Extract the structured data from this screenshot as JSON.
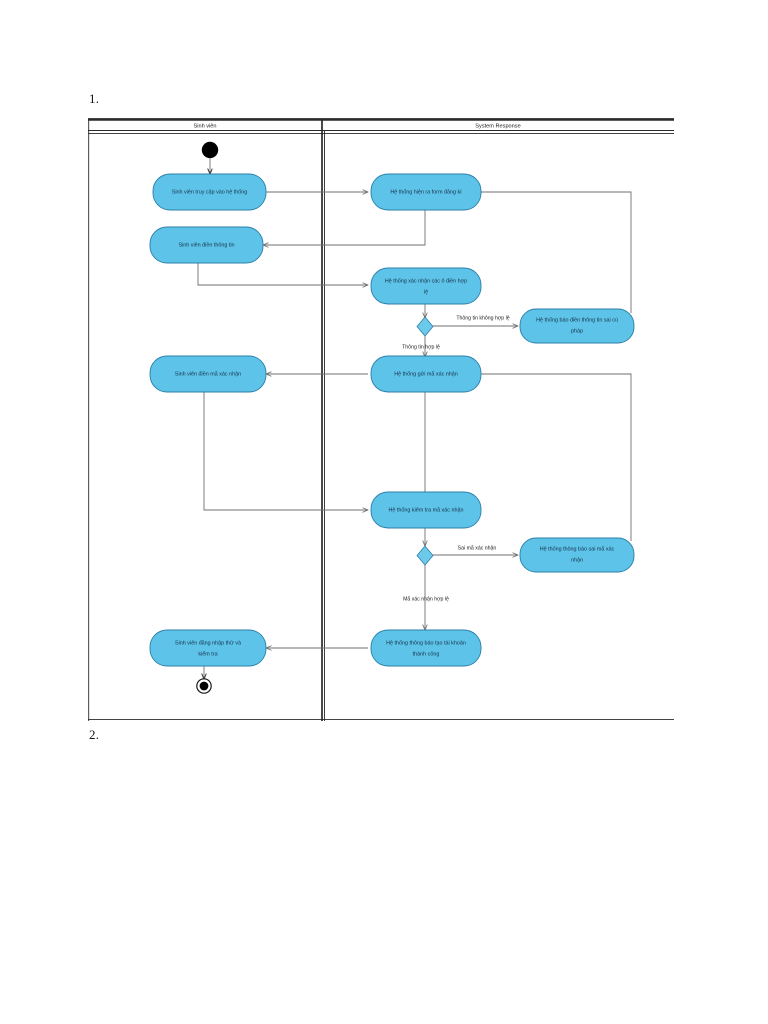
{
  "document": {
    "list_markers": {
      "first": "1.",
      "second": "2."
    }
  },
  "diagram": {
    "type": "uml-activity-swimlane",
    "title": "",
    "lanes": [
      {
        "id": "lane-student",
        "label": "Sinh viên"
      },
      {
        "id": "lane-system",
        "label": "System Response"
      }
    ],
    "colors": {
      "node_fill": "#5dc3e8",
      "node_border": "#2b7fa8",
      "edge": "#6f6f6f",
      "lane_border": "#2a2a2a",
      "text": "#15314a",
      "page_background": "#ffffff"
    },
    "markers": {
      "start": "initial-node",
      "end": "final-node"
    },
    "nodes": [
      {
        "id": "start",
        "lane": "lane-student",
        "kind": "initial",
        "label": ""
      },
      {
        "id": "n1",
        "lane": "lane-student",
        "kind": "action",
        "label": "Sinh viên truy cập vào hệ thống"
      },
      {
        "id": "n2",
        "lane": "lane-system",
        "kind": "action",
        "label": "Hệ thống hiện ra form đăng kí"
      },
      {
        "id": "n3",
        "lane": "lane-student",
        "kind": "action",
        "label": "Sinh viên điền thông tin"
      },
      {
        "id": "n4",
        "lane": "lane-system",
        "kind": "action",
        "label_line1": "Hệ thống xác nhận các ô điền hợp",
        "label_line2": "lệ"
      },
      {
        "id": "d1",
        "lane": "lane-system",
        "kind": "decision",
        "label": ""
      },
      {
        "id": "n5",
        "lane": "lane-system",
        "kind": "action",
        "label_line1": "Hệ thống báo điền thông tin sai cú",
        "label_line2": "pháp"
      },
      {
        "id": "n6",
        "lane": "lane-system",
        "kind": "action",
        "label": "Hệ thống gửi mã xác nhận"
      },
      {
        "id": "n7",
        "lane": "lane-student",
        "kind": "action",
        "label": "Sinh viên điền mã xác nhận"
      },
      {
        "id": "n8",
        "lane": "lane-system",
        "kind": "action",
        "label": "Hệ thống kiểm tra mã xác nhận"
      },
      {
        "id": "d2",
        "lane": "lane-system",
        "kind": "decision",
        "label": ""
      },
      {
        "id": "n9",
        "lane": "lane-system",
        "kind": "action",
        "label_line1": "Hệ thống thông báo sai mã xác",
        "label_line2": "nhận"
      },
      {
        "id": "n10",
        "lane": "lane-system",
        "kind": "action",
        "label_line1": "Hệ thống thông báo tạo tài khoản",
        "label_line2": "thành công"
      },
      {
        "id": "n11",
        "lane": "lane-student",
        "kind": "action",
        "label_line1": "Sinh viên đăng nhập thử và",
        "label_line2": "kiểm tra"
      },
      {
        "id": "end",
        "lane": "lane-student",
        "kind": "final",
        "label": ""
      }
    ],
    "edge_labels": {
      "invalid_info": "Thông tin không hợp lệ",
      "valid_info": "Thông tin hợp lệ",
      "wrong_code": "Sai mã xác nhận",
      "valid_code": "Mã xác nhận hợp lệ"
    },
    "edges": [
      {
        "from": "start",
        "to": "n1",
        "label": ""
      },
      {
        "from": "n1",
        "to": "n2",
        "label": ""
      },
      {
        "from": "n2",
        "to": "n3",
        "label": ""
      },
      {
        "from": "n3",
        "to": "n4",
        "label": ""
      },
      {
        "from": "n4",
        "to": "d1",
        "label": ""
      },
      {
        "from": "d1",
        "to": "n5",
        "label": "Thông tin không hợp lệ"
      },
      {
        "from": "n5",
        "to": "n2",
        "label": ""
      },
      {
        "from": "d1",
        "to": "n6",
        "label": "Thông tin hợp lệ"
      },
      {
        "from": "n6",
        "to": "n7",
        "label": ""
      },
      {
        "from": "n7",
        "to": "n8",
        "label": ""
      },
      {
        "from": "n6",
        "to": "n8",
        "label": ""
      },
      {
        "from": "n8",
        "to": "d2",
        "label": ""
      },
      {
        "from": "d2",
        "to": "n9",
        "label": "Sai mã xác nhận"
      },
      {
        "from": "n9",
        "to": "n6",
        "label": ""
      },
      {
        "from": "d2",
        "to": "n10",
        "label": "Mã xác nhận hợp lệ"
      },
      {
        "from": "n10",
        "to": "n11",
        "label": ""
      },
      {
        "from": "n11",
        "to": "end",
        "label": ""
      }
    ]
  }
}
